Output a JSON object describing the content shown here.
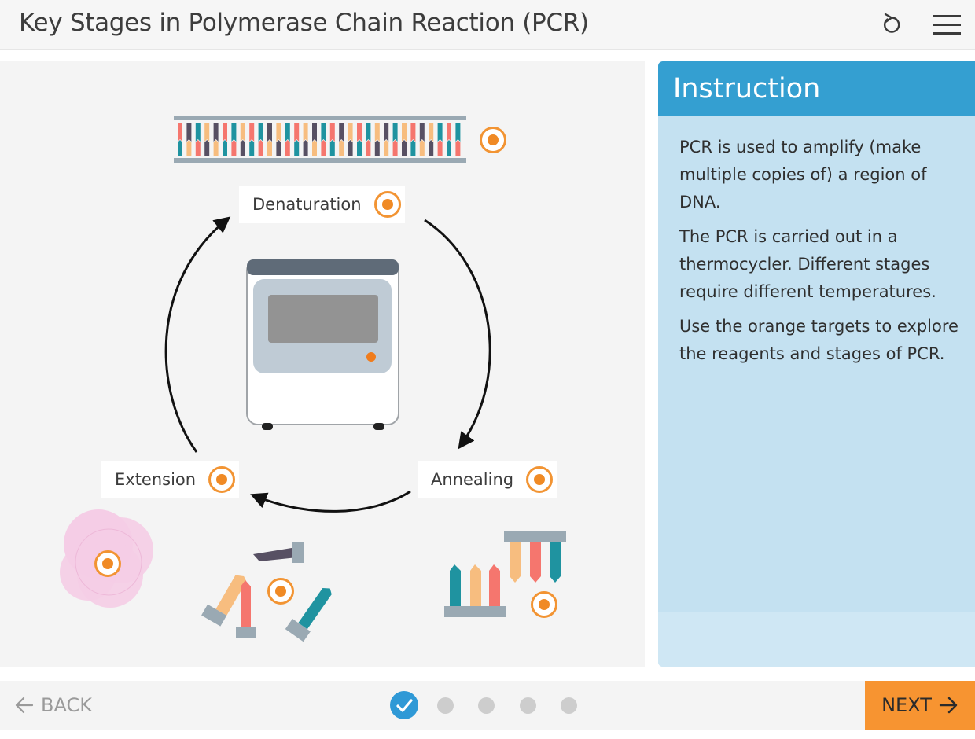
{
  "header": {
    "title": "Key Stages in Polymerase Chain Reaction (PCR)",
    "reset_icon": "reset-icon",
    "menu_icon": "hamburger-menu-icon"
  },
  "stage": {
    "labels": {
      "denaturation": "Denaturation",
      "annealing": "Annealing",
      "extension": "Extension"
    },
    "target_icon": "orange-target-icon"
  },
  "instruction": {
    "title": "Instruction",
    "paragraphs": [
      "PCR is used to amplify (make multiple copies of) a region of DNA.",
      "The PCR is carried out in a thermocycler. Different stages require different temperatures.",
      "Use the orange targets to explore the reagents and stages of PCR."
    ]
  },
  "footer": {
    "back_label": "BACK",
    "next_label": "NEXT",
    "progress": {
      "current": 1,
      "total": 5
    }
  },
  "colors": {
    "accent_blue": "#349fd1",
    "panel_bg": "#c4e1f1",
    "orange": "#f29433",
    "next_button": "#f79431"
  }
}
